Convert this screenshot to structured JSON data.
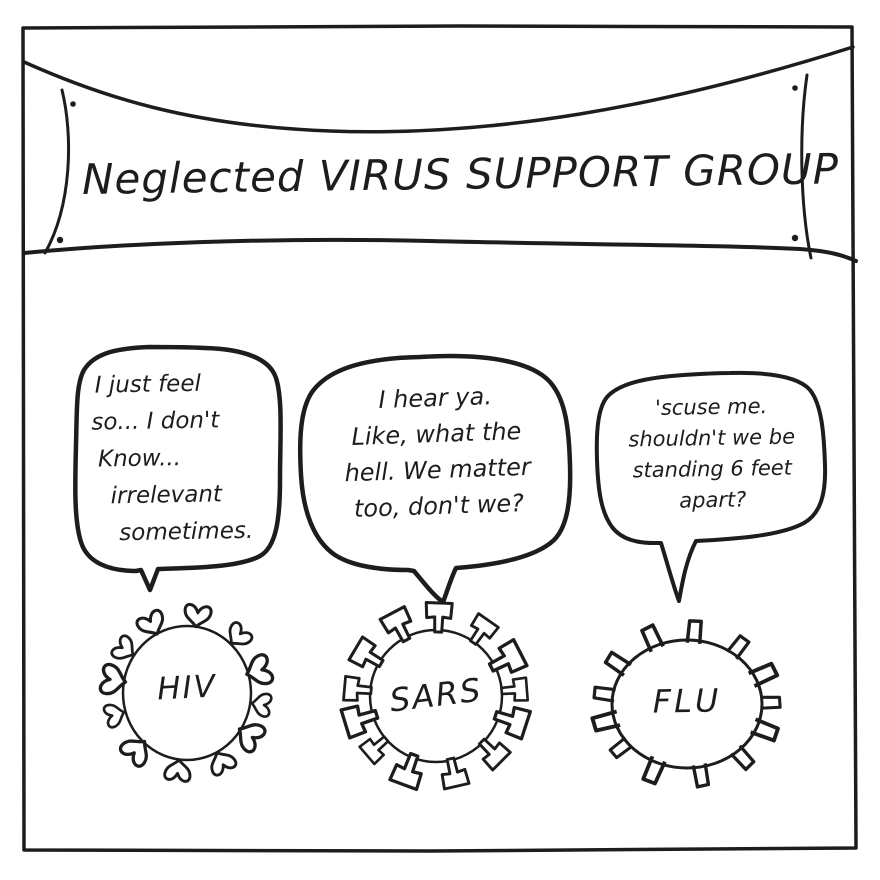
{
  "banner": {
    "title": "Neglected VIRUS SUPPORT GROUP"
  },
  "bubbles": [
    {
      "speaker": "HIV",
      "lines": [
        "I just feel",
        "so... I don't",
        "Know...",
        "irrelevant",
        "sometimes."
      ]
    },
    {
      "speaker": "SARS",
      "lines": [
        "I hear ya.",
        "Like, what the",
        "hell. We matter",
        "too, don't we?"
      ]
    },
    {
      "speaker": "FLU",
      "lines": [
        "'scuse me.",
        "shouldn't we be",
        "standing 6 feet",
        "apart?"
      ]
    }
  ],
  "viruses": [
    {
      "label": "HIV",
      "spike_icon": "heart-spike-icon"
    },
    {
      "label": "SARS",
      "spike_icon": "pushpin-spike-icon"
    },
    {
      "label": "FLU",
      "spike_icon": "staple-spike-icon"
    }
  ],
  "colors": {
    "ink": "#1d1d1b",
    "paper": "#ffffff"
  }
}
